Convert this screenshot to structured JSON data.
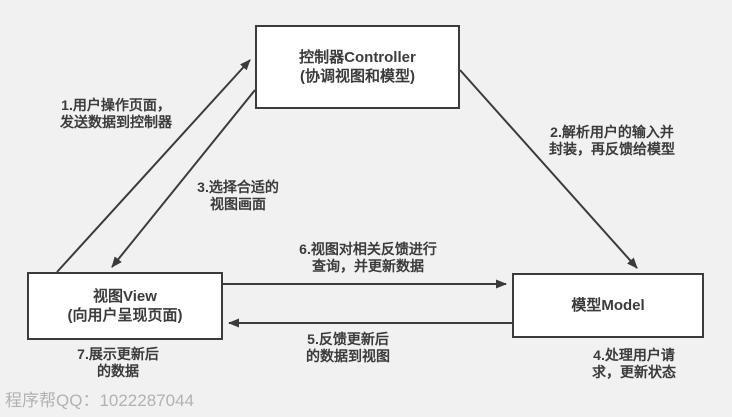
{
  "diagram": {
    "nodes": {
      "controller": {
        "title": "控制器Controller",
        "subtitle": "(协调视图和模型)"
      },
      "view": {
        "title": "视图View",
        "subtitle": "(向用户呈现页面)"
      },
      "model": {
        "title": "模型Model"
      }
    },
    "labels": {
      "step1": {
        "line1": "1.用户操作页面，",
        "line2": "发送数据到控制器"
      },
      "step2": {
        "line1": "2.解析用户的输入并",
        "line2": "封装，再反馈给模型"
      },
      "step3": {
        "line1": "3.选择合适的",
        "line2": "视图画面"
      },
      "step4": {
        "line1": "4.处理用户请",
        "line2": "求，更新状态"
      },
      "step5": {
        "line1": "5.反馈更新后",
        "line2": "的数据到视图"
      },
      "step6": {
        "line1": "6.视图对相关反馈进行",
        "line2": "查询，并更新数据"
      },
      "step7": {
        "line1": "7.展示更新后",
        "line2": "的数据"
      }
    },
    "watermark": "程序帮QQ：1022287044",
    "colors": {
      "background": "#f1f1f1",
      "box_fill": "#ffffff",
      "box_border": "#3b3b3b",
      "text": "#3b3b3b",
      "arrow": "#3b3b3b",
      "watermark": "#b2b2b2"
    }
  }
}
